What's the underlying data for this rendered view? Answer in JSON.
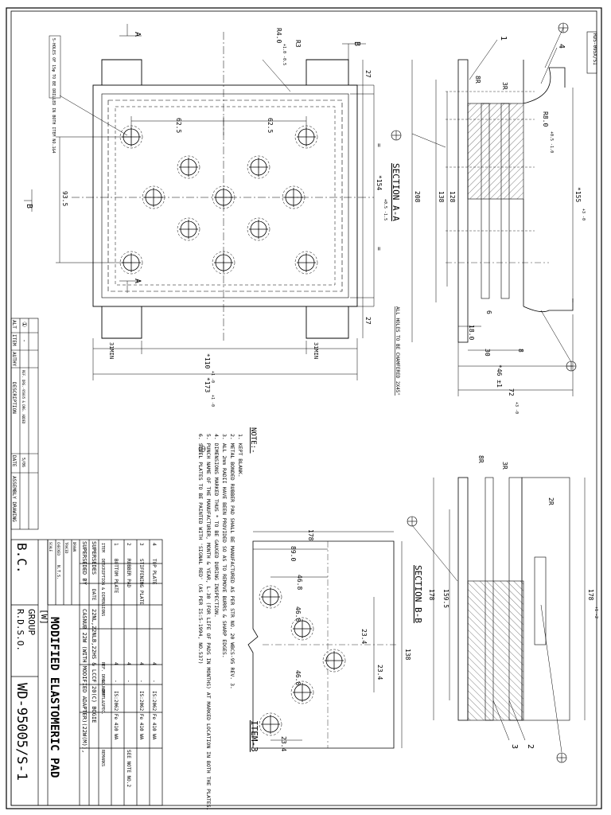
{
  "drawing_no": "WD-95005/S-1",
  "title": "MODIFIED ELASTOMERIC PAD",
  "org": "R.D.S.O.",
  "group": "GROUP",
  "bc": "B.C.",
  "w_box": "[W]",
  "corner_ref": "RDS-095X/S1",
  "section_labels": {
    "aa": "SECTION A-A",
    "bb": "SECTION B-B",
    "item3": "ITEM-3"
  },
  "view_markers": {
    "a": "A",
    "b": "B"
  },
  "callout_numbers": [
    "1",
    "2",
    "3",
    "4"
  ],
  "top_view_dims": {
    "pitch_a": "62.5",
    "pitch_b": "62.5",
    "row_spacing": "93.5",
    "edge_top": "27",
    "edge_bottom": "27",
    "inner_height": "*154",
    "inner_height_tol": "+0.5 -1.5",
    "width_inner": "*110",
    "width_inner_tol": "+1 -0",
    "width_outer": "*173",
    "width_outer_tol": "+1 -0",
    "min_left": "31MIN",
    "min_right": "31MIN",
    "r_top": "R4.0",
    "r_top_tol": "+1.0 -0.5",
    "r3": "R3",
    "holes_note": "5-HOLES OF 15φ TO BE DRILLED IN BOTH ITEM NO.1&4",
    "equal": "="
  },
  "section_aa_dims": {
    "h208": "208",
    "h138": "138",
    "h128": "128",
    "h155": "*155",
    "h155_tol": "+3 -0",
    "r8": "8R",
    "r3": "3R",
    "r_bend": "R8.0",
    "r_bend_tol": "+0.5 -1.0",
    "d6": "6",
    "d18": "18.0",
    "d30": "30",
    "d8": "8",
    "d46": "*46 ±1",
    "d72": "72",
    "d72_tol": "+3 -0",
    "chamfer_note": "ALL HOLES TO BE CHAMFERED 2X45°"
  },
  "section_bb_dims": {
    "r8": "8R",
    "r3": "3R",
    "r2": "2R",
    "h159": "159.5",
    "h178": "178",
    "h178_tol": "+1 -2"
  },
  "item3_dims": {
    "w178": "178",
    "w89": "89.0",
    "w46a": "46.8",
    "w46b": "46.8",
    "w46c": "46.8",
    "v23a": "23.4",
    "v23b": "23.4",
    "v23c": "23.4",
    "h138": "138"
  },
  "notes": {
    "heading": "NOTE:-",
    "lines": [
      "1. KEPT BLANK.",
      "2. METAL BONDED RUBBER PAD SHALL BE MANUFACTURED AS PER STR NO. 20 WBCS-95 REV. 3.",
      "3. ALL 2mm RADII HAVE BEEN PROVIDED SO AS TO REMOVE BURRS & SHARP EDGES.",
      "4. DIMENSIONS MARKED THUS * TO BE GAUGED DURING INSPECTION.",
      "5. PUNCH NAME OF THE MANUFACTURER, MONTH & YEAR, L-30 (FOR LIFE OF PADS IN MONTHS) AT MARKED LOCATION IN BOTH THE PLATES.",
      "6. STEEL PLATES TO BE PAINTED WITH 'SIGNAL RED' (AS PER IS:5-1994, NO.537)"
    ]
  },
  "parts_table": {
    "headers": [
      "ITEM",
      "DESCRIPTION & DIMENSIONS",
      "REF. DRG. NO.",
      "NO. OFF",
      "MATL&SPEC.",
      "REMARKS"
    ],
    "rows": [
      [
        "4",
        "TOP PLATE",
        "4",
        "-",
        "IS:2062 Fe 410 WA",
        ""
      ],
      [
        "3",
        "STIFFENING PLATE",
        "4",
        "-",
        "IS:2062 Fe 410 WA",
        ""
      ],
      [
        "2",
        "RUBBER PAD",
        "4",
        "-",
        "",
        "SEE NOTE NO.2"
      ],
      [
        "1",
        "BOTTOM PLATE",
        "4",
        "-",
        "IS:2062 Fe 410 WA",
        ""
      ]
    ]
  },
  "superseded": {
    "label1": "SUPERSEDED BY",
    "label2": "SUPERSEDES",
    "date_label": "DATE",
    "casnub": "CASNUB 22W (WITH MODIFIED ADAPTER)(22W(M)),",
    "casnub2": "22NL,22NLB,22HS & LCCF 20(C) BOGIE"
  },
  "alt_table": {
    "alt": "ALT",
    "item": "ITEM",
    "auth": "AUTHY",
    "desc": "DESCRIPTION",
    "date": "DATE",
    "drawing": "ASSEMBLY DRAWING",
    "rev": "①",
    "dash": "-",
    "desc_text": "REF. DRG.-95005 & DRG. ADDED",
    "date_val": "5/06"
  },
  "sign_block": {
    "scale": "SCALE",
    "checked": "CHECKED",
    "traced": "TRACED",
    "drawn": "DRAWN",
    "scale_val": "N.T.S."
  }
}
